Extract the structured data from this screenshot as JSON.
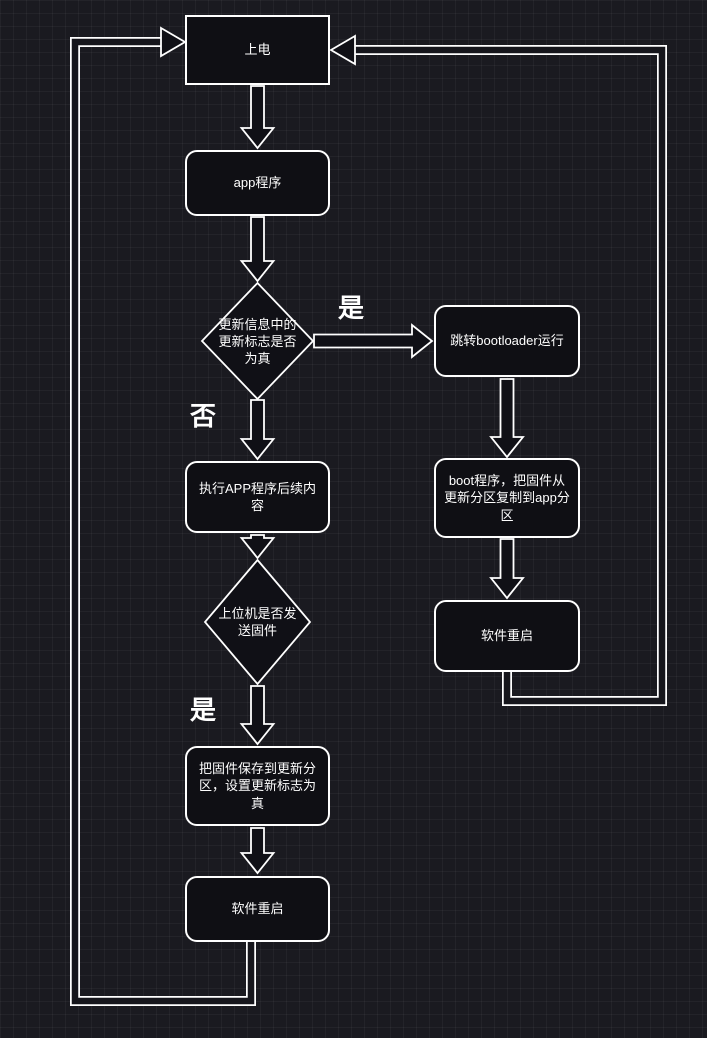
{
  "nodes": {
    "power_on": {
      "label": "上电"
    },
    "app_program": {
      "label": "app程序"
    },
    "decision_update": {
      "label": "更新信息中的\n更新标志是否\n为真"
    },
    "jump_bootloader": {
      "label": "跳转bootloader运行"
    },
    "boot_copy": {
      "label": "boot程序，把固件从\n更新分区复制到app分\n区"
    },
    "restart_right": {
      "label": "软件重启"
    },
    "exec_app": {
      "label": "执行APP程序后续内\n容"
    },
    "decision_host": {
      "label": "上位机是否发\n送固件"
    },
    "save_firmware": {
      "label": "把固件保存到更新分\n区，设置更新标志为\n真"
    },
    "restart_left": {
      "label": "软件重启"
    }
  },
  "edge_labels": {
    "yes_right": "是",
    "no_down": "否",
    "yes_down": "是"
  },
  "colors": {
    "background": "#1a1a20",
    "node_fill": "#0f0f14",
    "stroke": "#ffffff",
    "text": "#ffffff"
  }
}
